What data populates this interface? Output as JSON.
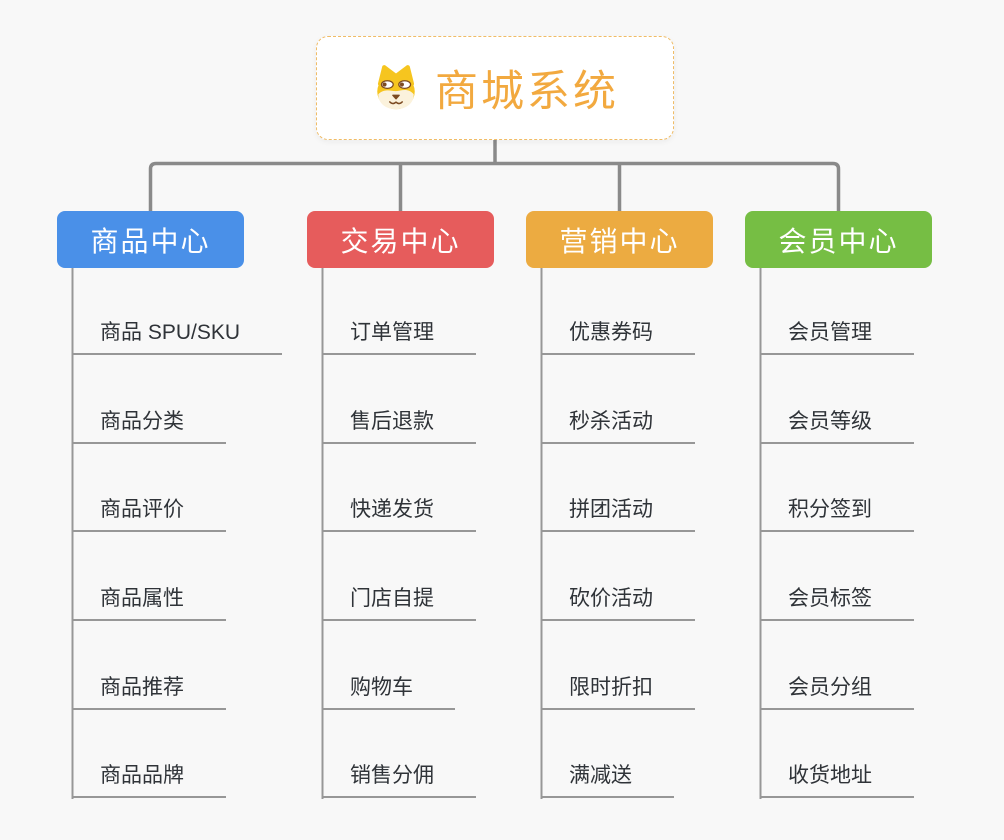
{
  "page": {
    "background": "#F8F8F8"
  },
  "root": {
    "title": "商城系统",
    "color": "#F2A93F",
    "border_color": "#F0BC66",
    "icon": "shiba-dog-icon"
  },
  "connector": {
    "trunk_color": "#8A8A8A",
    "column_line_color": "#979797"
  },
  "branches": [
    {
      "label": "商品中心",
      "color": "#4A90E8",
      "items": [
        "商品 SPU/SKU",
        "商品分类",
        "商品评价",
        "商品属性",
        "商品推荐",
        "商品品牌"
      ]
    },
    {
      "label": "交易中心",
      "color": "#E65C5C",
      "items": [
        "订单管理",
        "售后退款",
        "快递发货",
        "门店自提",
        "购物车",
        "销售分佣"
      ]
    },
    {
      "label": "营销中心",
      "color": "#ECAB41",
      "items": [
        "优惠券码",
        "秒杀活动",
        "拼团活动",
        "砍价活动",
        "限时折扣",
        "满减送"
      ]
    },
    {
      "label": "会员中心",
      "color": "#76BE44",
      "items": [
        "会员管理",
        "会员等级",
        "积分签到",
        "会员标签",
        "会员分组",
        "收货地址"
      ]
    }
  ]
}
